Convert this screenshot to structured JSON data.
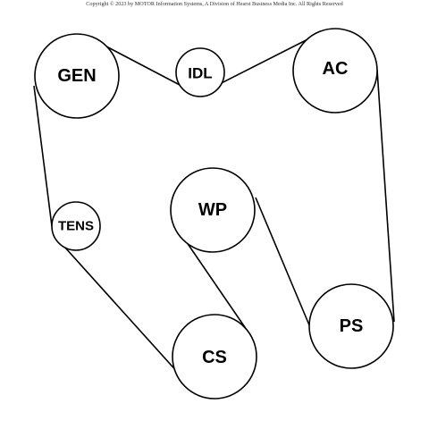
{
  "copyright": "Copyright © 2023 by MOTOR Information Systems, A Division of Hearst Business Media Inc. All Rights Reserved",
  "pulleys": {
    "gen": "GEN",
    "idl": "IDL",
    "ac": "AC",
    "tens": "TENS",
    "wp": "WP",
    "cs": "CS",
    "ps": "PS"
  }
}
